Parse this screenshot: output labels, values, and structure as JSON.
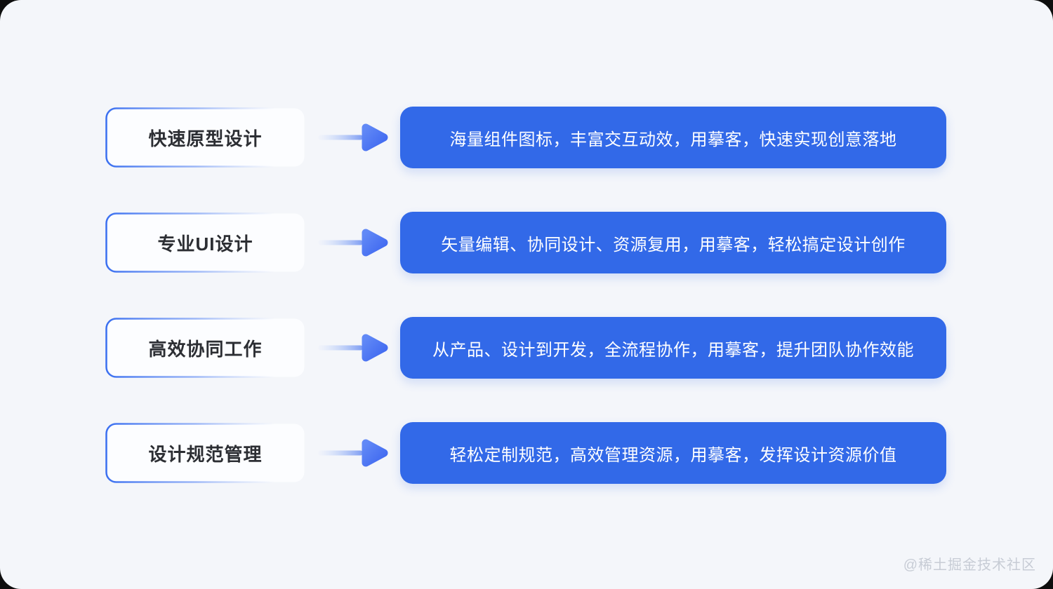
{
  "theme": {
    "canvas_background": "#f4f6fa",
    "accent_blue": "#3269e8",
    "arrow_blue_start": "#cfdcfa",
    "arrow_blue_end": "#3f68f0",
    "label_box_fill": "#fcfdff",
    "label_border_blue": "#3a6ff0",
    "label_text_color": "#2c2e33",
    "desc_text_color": "#ffffff",
    "watermark_color": "#c7ccd5"
  },
  "rows": [
    {
      "label": "快速原型设计",
      "description": "海量组件图标，丰富交互动效，用摹客，快速实现创意落地"
    },
    {
      "label": "专业UI设计",
      "description": "矢量编辑、协同设计、资源复用，用摹客，轻松搞定设计创作"
    },
    {
      "label": "高效协同工作",
      "description": "从产品、设计到开发，全流程协作，用摹客，提升团队协作效能"
    },
    {
      "label": "设计规范管理",
      "description": "轻松定制规范，高效管理资源，用摹客，发挥设计资源价值"
    }
  ],
  "watermark": "@稀土掘金技术社区"
}
